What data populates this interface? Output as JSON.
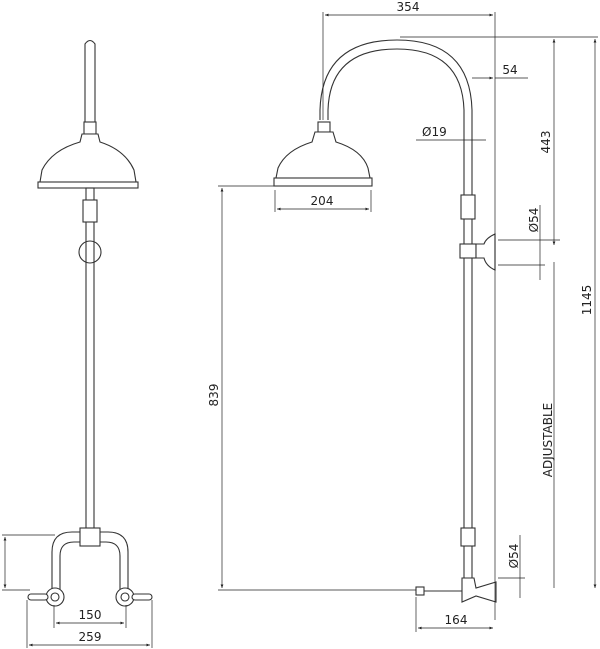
{
  "front_view": {
    "dim_handle_centers": "150",
    "dim_overall_width": "259"
  },
  "side_view": {
    "dim_arm_reach": "354",
    "dim_wall_offset": "54",
    "dim_pipe_diameter": "Ø19",
    "dim_head_diameter": "204",
    "dim_head_height": "839",
    "dim_top_to_bracket": "443",
    "dim_overall_height": "1145",
    "dim_bracket_diameter_top": "Ø54",
    "dim_bracket_diameter_bottom": "Ø54",
    "dim_bottom_projection": "164",
    "adjustable_label": "ADJUSTABLE"
  }
}
